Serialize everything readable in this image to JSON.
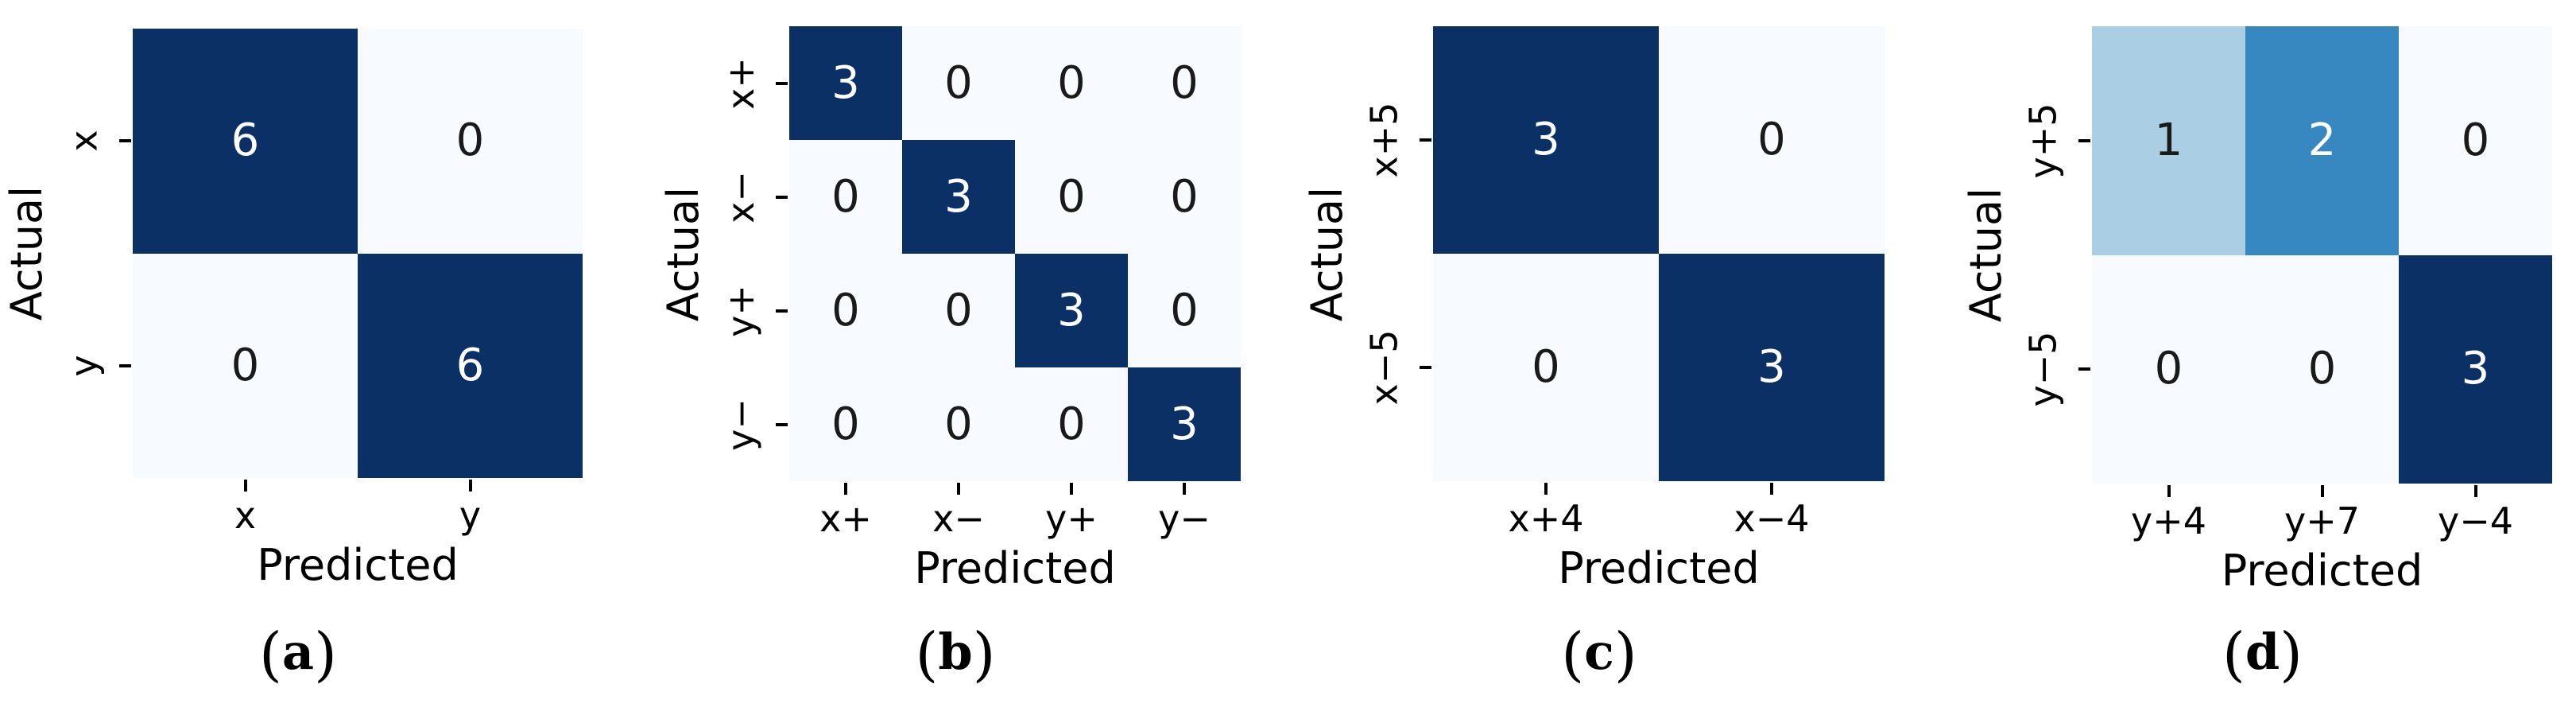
{
  "figure": {
    "background": "#ffffff",
    "caption_open": "(",
    "caption_close": ")"
  },
  "palette": {
    "colormap": "Blues",
    "darkest": "#0a3065",
    "medium": "#3787c0",
    "light": "#aacfe4",
    "lightest": "#f7fbff",
    "text_on_dark": "#ffffff",
    "text_on_light": "#1a1a1a",
    "axis_text": "#000000"
  },
  "chart_data": [
    {
      "type": "heatmap",
      "panel": "a",
      "caption": "(a)",
      "caption_letter": "a",
      "xlabel": "Predicted",
      "ylabel": "Actual",
      "x_tick_labels": [
        "x",
        "y"
      ],
      "y_tick_labels": [
        "x",
        "y"
      ],
      "values": [
        [
          6,
          0
        ],
        [
          0,
          6
        ]
      ],
      "vmin": 0,
      "vmax": 6,
      "cell_colors": [
        [
          "darkest",
          "lightest"
        ],
        [
          "lightest",
          "darkest"
        ]
      ]
    },
    {
      "type": "heatmap",
      "panel": "b",
      "caption": "(b)",
      "caption_letter": "b",
      "xlabel": "Predicted",
      "ylabel": "Actual",
      "x_tick_labels": [
        "x+",
        "x−",
        "y+",
        "y−"
      ],
      "y_tick_labels": [
        "x+",
        "x−",
        "y+",
        "y−"
      ],
      "values": [
        [
          3,
          0,
          0,
          0
        ],
        [
          0,
          3,
          0,
          0
        ],
        [
          0,
          0,
          3,
          0
        ],
        [
          0,
          0,
          0,
          3
        ]
      ],
      "vmin": 0,
      "vmax": 3,
      "cell_colors": [
        [
          "darkest",
          "lightest",
          "lightest",
          "lightest"
        ],
        [
          "lightest",
          "darkest",
          "lightest",
          "lightest"
        ],
        [
          "lightest",
          "lightest",
          "darkest",
          "lightest"
        ],
        [
          "lightest",
          "lightest",
          "lightest",
          "darkest"
        ]
      ]
    },
    {
      "type": "heatmap",
      "panel": "c",
      "caption": "(c)",
      "caption_letter": "c",
      "xlabel": "Predicted",
      "ylabel": "Actual",
      "x_tick_labels": [
        "x+4",
        "x−4"
      ],
      "y_tick_labels": [
        "x+5",
        "x−5"
      ],
      "values": [
        [
          3,
          0
        ],
        [
          0,
          3
        ]
      ],
      "vmin": 0,
      "vmax": 3,
      "cell_colors": [
        [
          "darkest",
          "lightest"
        ],
        [
          "lightest",
          "darkest"
        ]
      ]
    },
    {
      "type": "heatmap",
      "panel": "d",
      "caption": "(d)",
      "caption_letter": "d",
      "xlabel": "Predicted",
      "ylabel": "Actual",
      "x_tick_labels": [
        "y+4",
        "y+7",
        "y−4"
      ],
      "y_tick_labels": [
        "y+5",
        "y−5"
      ],
      "values": [
        [
          1,
          2,
          0
        ],
        [
          0,
          0,
          3
        ]
      ],
      "vmin": 0,
      "vmax": 3,
      "cell_colors": [
        [
          "light",
          "medium",
          "lightest"
        ],
        [
          "lightest",
          "lightest",
          "darkest"
        ]
      ]
    }
  ]
}
